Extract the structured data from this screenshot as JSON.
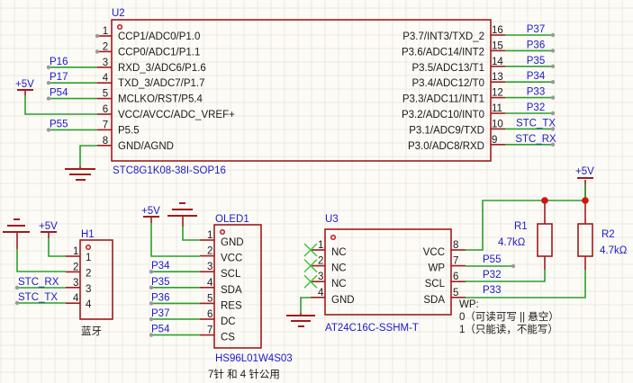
{
  "colors": {
    "background": "#fdfbf6",
    "wire": "#2aa02a",
    "component": "#a01c1c",
    "net_label": "#1a1acc",
    "junction": "#d01414",
    "text": "#1a1a1a"
  },
  "u2": {
    "designator": "U2",
    "part": "STC8G1K08-38I-SOP16",
    "left_pins": [
      {
        "num": "1",
        "name": "CCP1/ADC0/P1.0",
        "net": ""
      },
      {
        "num": "2",
        "name": "CCP0/ADC1/P1.1",
        "net": ""
      },
      {
        "num": "3",
        "name": "RXD_3/ADC6/P1.6",
        "net": "P16"
      },
      {
        "num": "4",
        "name": "TXD_3/ADC7/P1.7",
        "net": "P17"
      },
      {
        "num": "5",
        "name": "MCLKO/RST/P5.4",
        "net": "P54"
      },
      {
        "num": "6",
        "name": "VCC/AVCC/ADC_VREF+",
        "net": "+5V"
      },
      {
        "num": "7",
        "name": "P5.5",
        "net": "P55"
      },
      {
        "num": "8",
        "name": "GND/AGND",
        "net": "GND"
      }
    ],
    "right_pins": [
      {
        "num": "16",
        "name": "P3.7/INT3/TXD_2",
        "net": "P37"
      },
      {
        "num": "15",
        "name": "P3.6/ADC14/INT2",
        "net": "P36"
      },
      {
        "num": "14",
        "name": "P3.5/ADC13/T1",
        "net": "P35"
      },
      {
        "num": "13",
        "name": "P3.4/ADC12/T0",
        "net": "P34"
      },
      {
        "num": "12",
        "name": "P3.3/ADC11/INT1",
        "net": "P33"
      },
      {
        "num": "11",
        "name": "P3.2/ADC10/INT0",
        "net": "P32"
      },
      {
        "num": "10",
        "name": "P3.1/ADC9/TXD",
        "net": "STC_TX"
      },
      {
        "num": "9",
        "name": "P3.0/ADC8/RXD",
        "net": "STC_RX"
      }
    ],
    "power_label": "+5V"
  },
  "h1": {
    "designator": "H1",
    "comment": "蓝牙",
    "pins": [
      {
        "num": "1",
        "name": "1",
        "net": "+5V"
      },
      {
        "num": "2",
        "name": "2",
        "net": "GND"
      },
      {
        "num": "3",
        "name": "3",
        "net": "STC_RX"
      },
      {
        "num": "4",
        "name": "4",
        "net": "STC_TX"
      }
    ],
    "power_label": "+5V"
  },
  "oled1": {
    "designator": "OLED1",
    "part": "HS96L01W4S03",
    "note": "7针 和 4 针公用",
    "pins": [
      {
        "num": "1",
        "name": "GND",
        "net": "GND"
      },
      {
        "num": "2",
        "name": "VCC",
        "net": "+5V"
      },
      {
        "num": "3",
        "name": "SCL",
        "net": "P34"
      },
      {
        "num": "4",
        "name": "SDA",
        "net": "P35"
      },
      {
        "num": "5",
        "name": "RES",
        "net": "P36"
      },
      {
        "num": "6",
        "name": "DC",
        "net": "P37"
      },
      {
        "num": "7",
        "name": "CS",
        "net": "P54"
      }
    ],
    "power_label": "+5V"
  },
  "u3": {
    "designator": "U3",
    "part": "AT24C16C-SSHM-T",
    "left_pins": [
      {
        "num": "1",
        "name": "NC"
      },
      {
        "num": "2",
        "name": "NC"
      },
      {
        "num": "3",
        "name": "NC"
      },
      {
        "num": "4",
        "name": "GND"
      }
    ],
    "right_pins": [
      {
        "num": "8",
        "name": "VCC",
        "net": ""
      },
      {
        "num": "7",
        "name": "WP",
        "net": "P55"
      },
      {
        "num": "6",
        "name": "SCL",
        "net": "P32"
      },
      {
        "num": "5",
        "name": "SDA",
        "net": "P33"
      }
    ],
    "wp_note": [
      "WP:",
      "0（可读可写 || 悬空）",
      "1（只能读，不能写）"
    ]
  },
  "r1": {
    "designator": "R1",
    "value": "4.7kΩ"
  },
  "r2": {
    "designator": "R2",
    "value": "4.7kΩ"
  },
  "pullup_power_label": "+5V"
}
